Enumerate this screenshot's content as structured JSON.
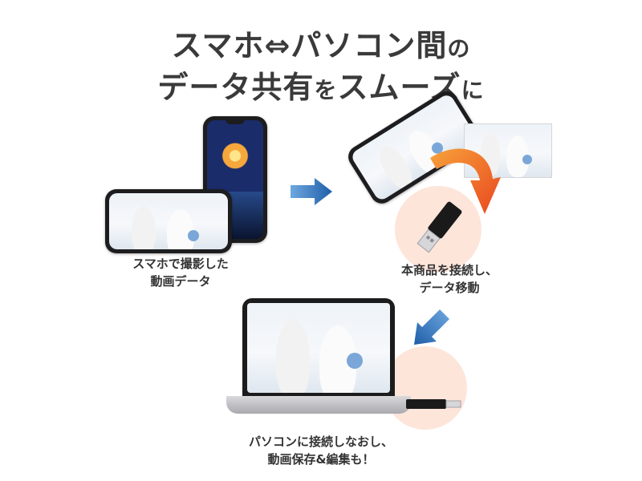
{
  "headline": {
    "line1_a": "スマホ⇔パソコン間",
    "line1_b": "の",
    "line2_a": "データ共有",
    "line2_b": "を",
    "line2_c": "スムーズ",
    "line2_d": "に"
  },
  "captions": {
    "step1_line1": "スマホで撮影した",
    "step1_line2": "動画データ",
    "step2_line1": "本商品を接続し、",
    "step2_line2": "データ移動",
    "step3_line1": "パソコンに接続しなおし、",
    "step3_line2": "動画保存&編集も！"
  },
  "colors": {
    "accent_blue": "#2d6fb7",
    "accent_orange": "#f06a2a",
    "highlight_circle": "#fde5da"
  }
}
